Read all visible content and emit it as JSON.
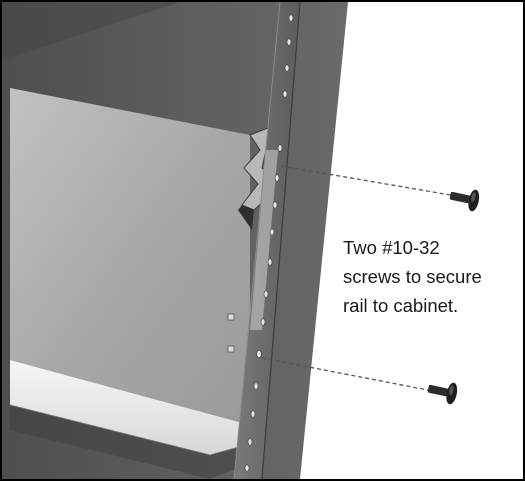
{
  "callout": {
    "lines": [
      "Two #10-32",
      "screws to secure",
      "rail to cabinet."
    ]
  },
  "colors": {
    "cabinet_wall": "#5f5f5f",
    "cabinet_wall_dark": "#4a4a4a",
    "rail_panel": "#a9a9a9",
    "rail_bottom_face": "#ececec",
    "rail_post": "#6e6e6e",
    "screw": "#2b2b2b",
    "leader_line": "#555555",
    "frame": "#000000"
  },
  "parts": {
    "screw_count": 2,
    "screw_icon": "flat-head-screw-icon",
    "rail_icon": "mounting-rail",
    "cabinet_icon": "cabinet-wall"
  }
}
